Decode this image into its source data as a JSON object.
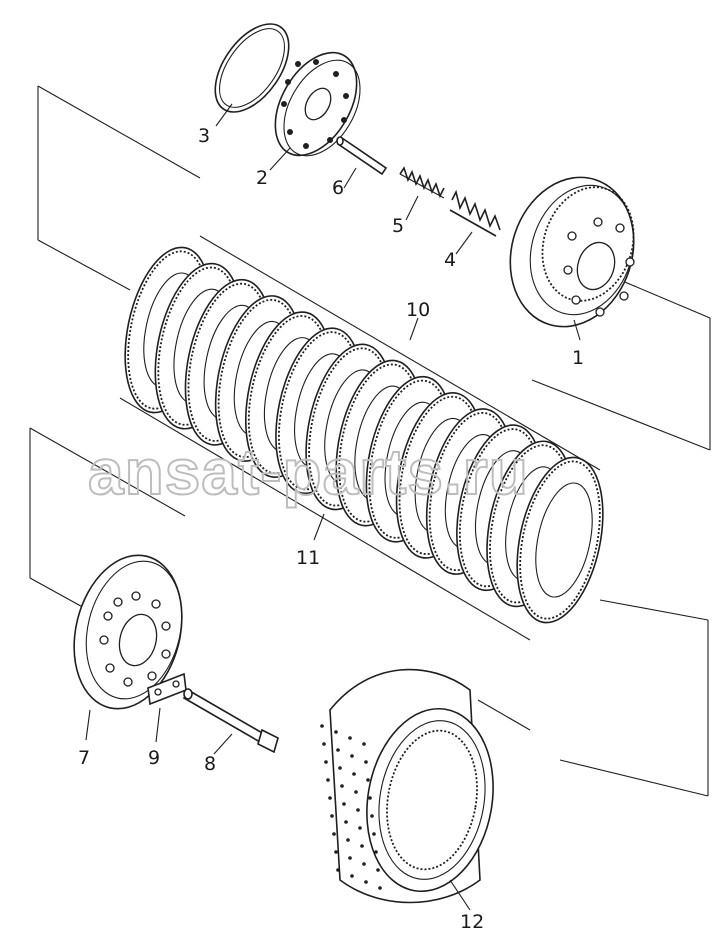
{
  "watermark": "ansat-parts.ru",
  "callouts": {
    "p1": "1",
    "p2": "2",
    "p3": "3",
    "p4": "4",
    "p5": "5",
    "p6": "6",
    "p7": "7",
    "p8": "8",
    "p9": "9",
    "p10": "10",
    "p11": "11",
    "p12": "12"
  }
}
